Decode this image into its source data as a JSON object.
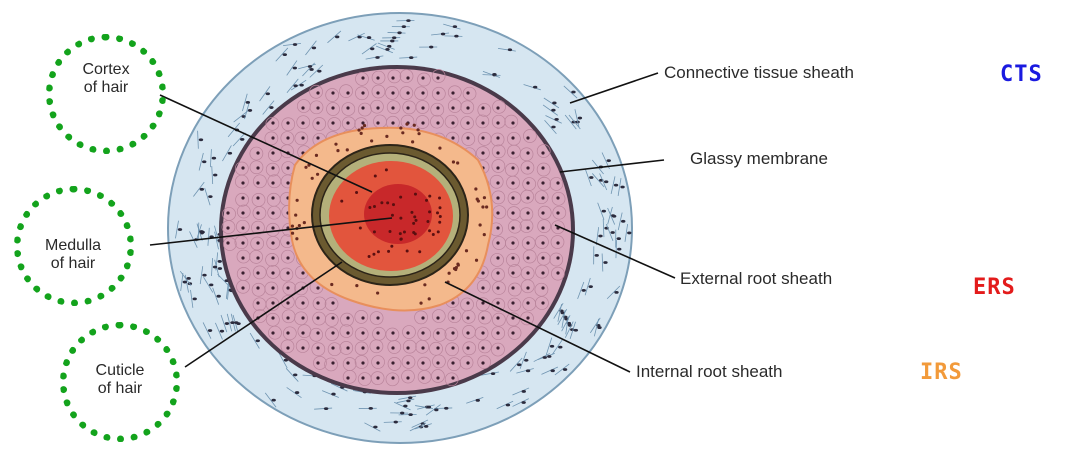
{
  "left_labels": {
    "cortex": [
      "Cortex",
      "of hair"
    ],
    "medulla": [
      "Medulla",
      "of hair"
    ],
    "cuticle": [
      "Cuticle",
      "of hair"
    ]
  },
  "right_labels": {
    "connective_tissue_sheath": "Connective tissue sheath",
    "glassy_membrane": "Glassy membrane",
    "external_root_sheath": "External root sheath",
    "internal_root_sheath": "Internal root sheath"
  },
  "abbreviations": {
    "cts": "CTS",
    "ers": "ERS",
    "irs": "IRS"
  },
  "colors": {
    "cts": "#1a1ae0",
    "ers": "#e31b1b",
    "irs": "#f29a3a",
    "dotted_circle": "#13a31c",
    "outer_sheath": "#d6e6f1",
    "glassy_ring": "#4a3a4a",
    "external_root": "#d9a8bd",
    "internal_root": "#f4b98c",
    "cortex": "#e2553d",
    "medulla": "#c8282a"
  }
}
